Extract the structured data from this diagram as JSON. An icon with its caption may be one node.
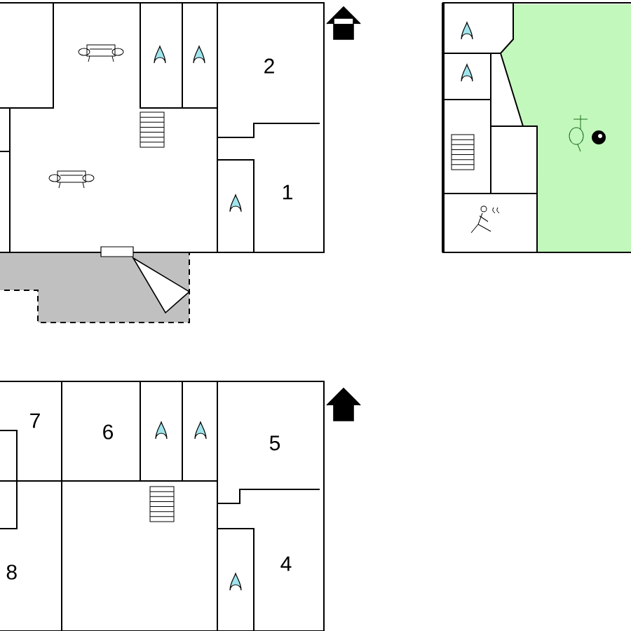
{
  "diagram": {
    "labels": [
      "2",
      "1",
      "7",
      "6",
      "5",
      "4",
      "8"
    ]
  }
}
